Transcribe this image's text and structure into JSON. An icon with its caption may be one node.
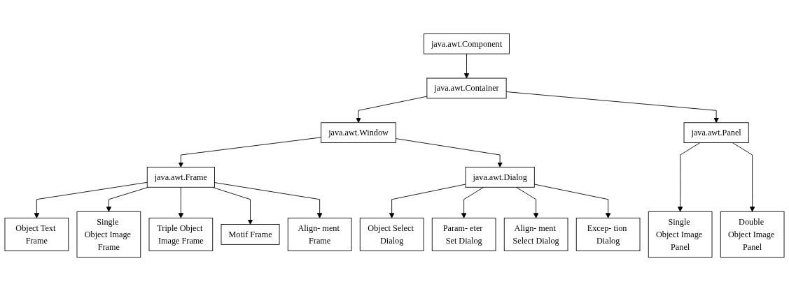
{
  "diagram": {
    "nodes": [
      {
        "text": [
          "java.awt.Component"
        ]
      },
      {
        "text": [
          "java.awt.Container"
        ]
      },
      {
        "text": [
          "java.awt.Window"
        ]
      },
      {
        "text": [
          "java.awt.Panel"
        ]
      },
      {
        "text": [
          "java.awt.Frame"
        ]
      },
      {
        "text": [
          "java.awt.Dialog"
        ]
      },
      {
        "text": [
          "Single Object Image Panel"
        ]
      },
      {
        "text": [
          "Double Object Image Panel"
        ]
      },
      {
        "text": [
          "Object Text Frame"
        ]
      },
      {
        "text": [
          "Single Object Image Frame"
        ]
      },
      {
        "text": [
          "Triple Object Image Frame"
        ]
      },
      {
        "text": [
          "Motif Frame"
        ]
      },
      {
        "text": [
          "Align- ment Frame"
        ]
      },
      {
        "text": [
          "Object Select Dialog"
        ]
      },
      {
        "text": [
          "Param- eter Set Dialog"
        ]
      },
      {
        "text": [
          "Align- ment Select Dialog"
        ]
      },
      {
        "text": [
          "Excep- tion Dialog"
        ]
      }
    ],
    "edges": [
      {
        "from": 0,
        "to": 1,
        "arrow": "to"
      },
      {
        "from": 1,
        "to": 2,
        "arrow": "to"
      },
      {
        "from": 1,
        "to": 3,
        "arrow": "to"
      },
      {
        "from": 2,
        "to": 4,
        "arrow": "to"
      },
      {
        "from": 2,
        "to": 5,
        "arrow": "to"
      },
      {
        "from": 3,
        "to": 6,
        "arrow": "to"
      },
      {
        "from": 3,
        "to": 7,
        "arrow": "to"
      },
      {
        "from": 4,
        "to": 8,
        "arrow": "to"
      },
      {
        "from": 4,
        "to": 9,
        "arrow": "to"
      },
      {
        "from": 4,
        "to": 10,
        "arrow": "to"
      },
      {
        "from": 4,
        "to": 11,
        "arrow": "to"
      },
      {
        "from": 4,
        "to": 12,
        "arrow": "to"
      },
      {
        "from": 5,
        "to": 13,
        "arrow": "to"
      },
      {
        "from": 5,
        "to": 14,
        "arrow": "to"
      },
      {
        "from": 5,
        "to": 15,
        "arrow": "to"
      },
      {
        "from": 5,
        "to": 16,
        "arrow": "to"
      }
    ]
  }
}
